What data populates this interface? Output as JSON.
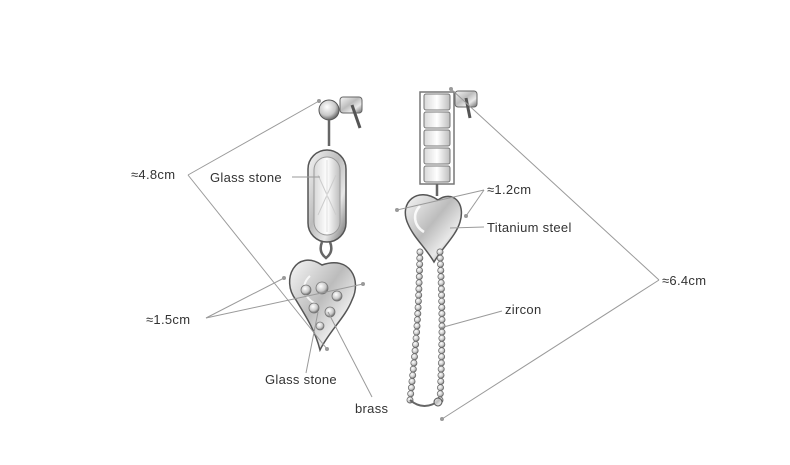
{
  "annotations": {
    "left_length": "≈4.8cm",
    "left_top_stone": "Glass stone",
    "left_heart_width": "≈1.5cm",
    "left_bottom_stone": "Glass stone",
    "left_metal": "brass",
    "right_heart_width": "≈1.2cm",
    "right_metal": "Titanium steel",
    "right_chain": "zircon",
    "right_length": "≈6.4cm"
  },
  "colors": {
    "line": "#9a9a9a",
    "text": "#333333",
    "metal_light": "#f4f4f4",
    "metal_dark": "#5a5a5a"
  }
}
